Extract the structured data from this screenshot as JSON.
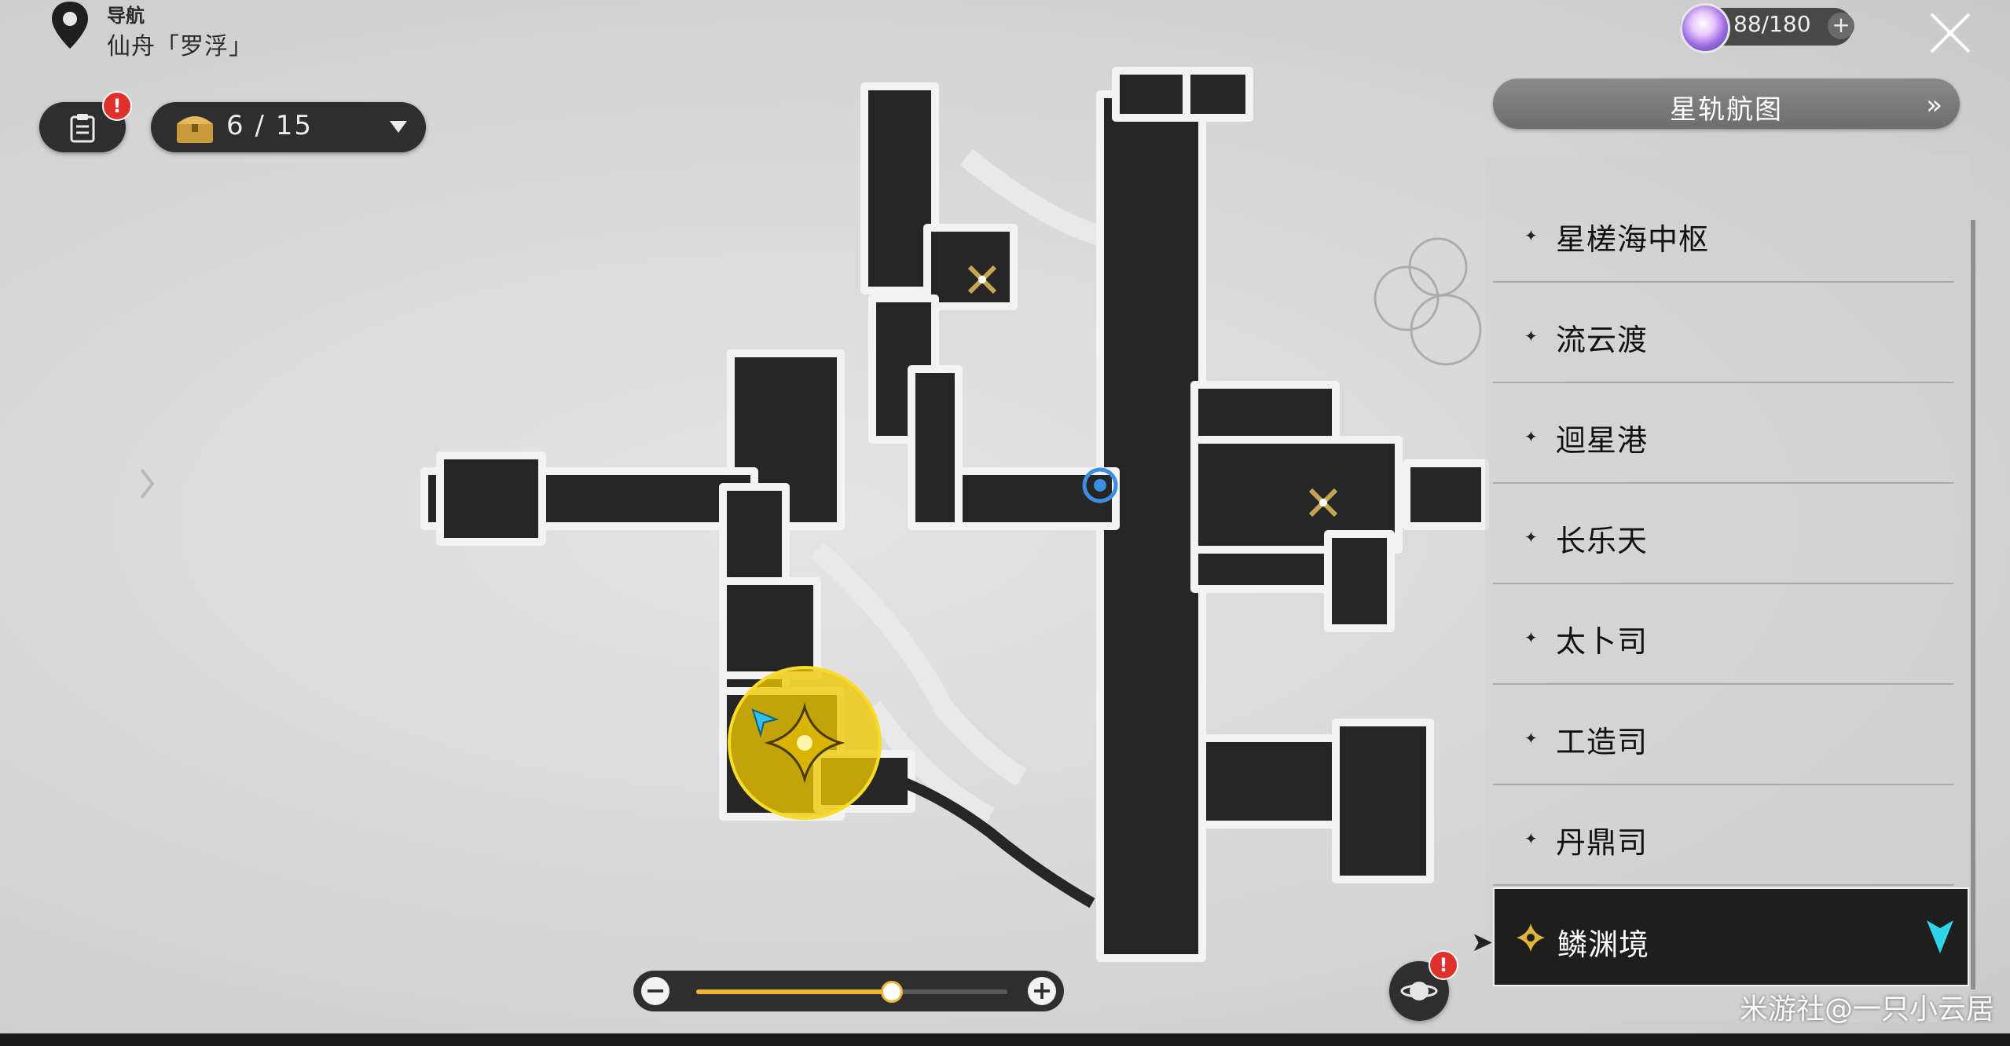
{
  "header": {
    "nav_label": "导航",
    "region_name": "仙舟「罗浮」"
  },
  "toolbar": {
    "mission_badge": "!",
    "chest_count": "6 / 15"
  },
  "stamina": {
    "value": "88/180",
    "plus": "+"
  },
  "star_rail_map": {
    "label": "星轨航图",
    "chevron": "»"
  },
  "region_list": {
    "items": [
      {
        "label": "星槎海中枢",
        "active": false
      },
      {
        "label": "流云渡",
        "active": false
      },
      {
        "label": "迴星港",
        "active": false
      },
      {
        "label": "长乐天",
        "active": false
      },
      {
        "label": "太卜司",
        "active": false
      },
      {
        "label": "工造司",
        "active": false
      },
      {
        "label": "丹鼎司",
        "active": false
      },
      {
        "label": "鳞渊境",
        "active": true
      }
    ],
    "row_dot": "✦"
  },
  "zoom": {
    "minus": "−",
    "plus": "+",
    "level": 0.63
  },
  "planet": {
    "badge": "!"
  },
  "watermark": "米游社@一只小云居",
  "colors": {
    "accent": "#f1b43a",
    "map_dark": "#262626",
    "player_zone": "#f0c800",
    "badge": "#e0302c",
    "pin_cyan": "#2fd6ea"
  }
}
